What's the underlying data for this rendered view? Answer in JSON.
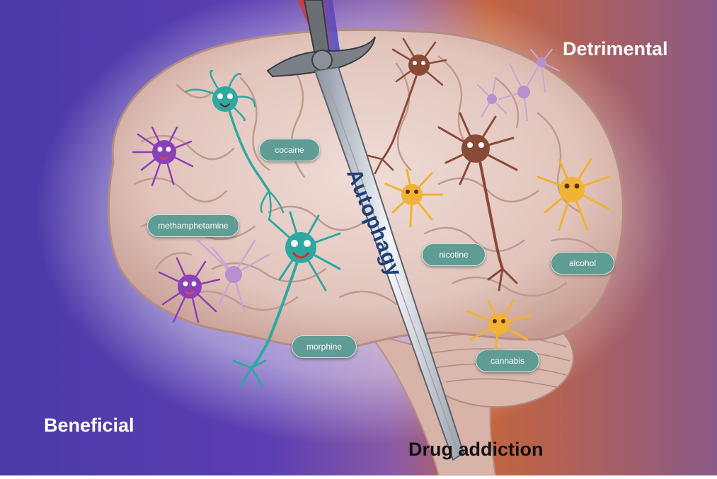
{
  "labels": {
    "beneficial": "Beneficial",
    "detrimental": "Detrimental",
    "drug_addiction": "Drug addiction",
    "autophagy": "Autophagy"
  },
  "drugs": {
    "cocaine": "cocaine",
    "methamphetamine": "methamphetamine",
    "morphine": "morphine",
    "nicotine": "nicotine",
    "alcohol": "alcohol",
    "cannabis": "cannabis"
  },
  "colors": {
    "beneficial_bg": "#5a3fb0",
    "detrimental_bg": "#c9623a",
    "pill": "#5f9c93",
    "teal_neuron": "#2fa8a0",
    "purple_glia": "#8b3fb8",
    "brown_neuron": "#8a4a38",
    "yellow_glia": "#f2b233",
    "lilac_neuron": "#c7a6d8"
  },
  "icons": [
    "sword-icon",
    "brain-icon",
    "neuron-icon",
    "astrocyte-icon",
    "microglia-icon"
  ]
}
